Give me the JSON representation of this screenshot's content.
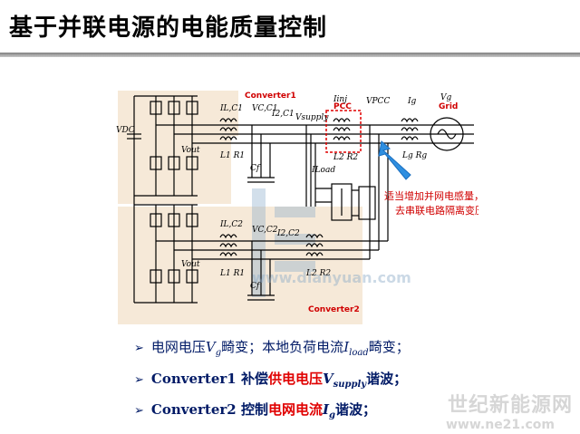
{
  "slide": {
    "title": "基于并联电源的电能质量控制"
  },
  "diagram": {
    "labels": {
      "converter1": "Converter1",
      "converter2": "Converter2",
      "pcc": "PCC",
      "grid": "Grid",
      "vdc": "VDC",
      "vout1": "Vout",
      "vout2": "Vout",
      "il_c1": "IL,C1",
      "vc_c1": "VC,C1",
      "i2_c1": "I2,C1",
      "vsupply": "Vsupply",
      "iinj": "Iinj",
      "vpcc": "VPCC",
      "ig": "Ig",
      "vg": "Vg",
      "l1r1_top": "L1 R1",
      "l2r2_top": "L2 R2",
      "lgrg": "Lg Rg",
      "cf_top": "Cf",
      "iload": "ILoad",
      "il_c2": "IL,C2",
      "vc_c2": "VC,C2",
      "i2_c2": "I2,C2",
      "l1r1_bot": "L1 R1",
      "l2r2_bot": "L2 R2",
      "cf_bot": "Cf"
    },
    "annotation": {
      "line1": "适当增加并网电感量，但省",
      "line2": "去串联电路隔离变压器"
    },
    "watermark": "www.dianyuan.com"
  },
  "bullets": [
    {
      "p1": "电网电压",
      "var": "V",
      "sub": "g",
      "p2": "畸变；本地负荷电流",
      "var2": "I",
      "sub2": "load",
      "p3": "畸变；"
    },
    {
      "p1": "Converter1 补偿",
      "red": "供电电压",
      "var": "V",
      "sub": "supply",
      "p2": "谐波；"
    },
    {
      "p1": "Converter2 控制",
      "red": "电网电流",
      "var": "I",
      "sub": "g",
      "p2": "谐波；"
    }
  ],
  "watermark": {
    "line1": "世纪新能源网",
    "line2": "www.ne21.com"
  },
  "colors": {
    "converter_bg": "#f6e9d8",
    "red": "#e00000",
    "blue_arrow": "#2f8fe0",
    "bullet_text": "#001a66"
  }
}
